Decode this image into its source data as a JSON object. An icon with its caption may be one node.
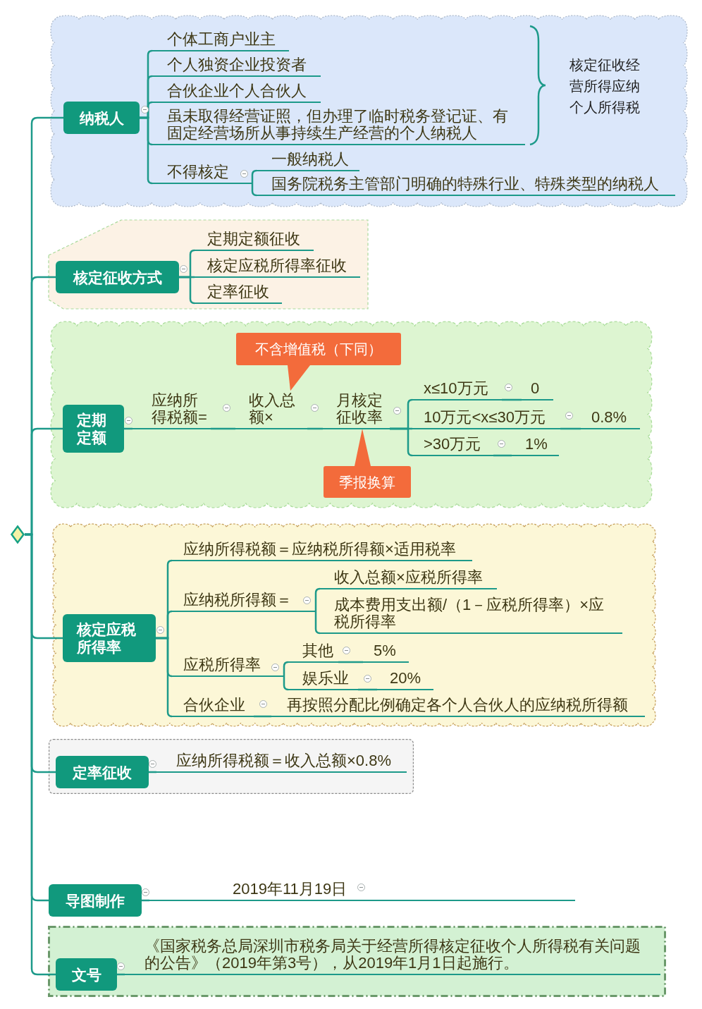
{
  "diagram": {
    "nodes": [
      {
        "text": [],
        "shape": "diamond"
      },
      {
        "text": [],
        "shape": "cloud"
      },
      {
        "text": [
          "纳税人"
        ],
        "in": 1
      },
      {
        "text": [
          "个体工商户业主"
        ],
        "in": 1
      },
      {
        "text": [
          "个人独资企业投资者"
        ],
        "in": 1
      },
      {
        "text": [
          "合伙企业个人合伙人"
        ],
        "in": 1
      },
      {
        "text": [
          "虽未取得经营证照，但办理了临时税务登记证、有固定经营场所从事持续生产经营的个人纳税人"
        ],
        "in": 1
      },
      {
        "text": [
          "不得核定"
        ],
        "in": 1
      },
      {
        "text": [
          "一般纳税人"
        ],
        "in": 1
      },
      {
        "text": [
          "国务院税务主管部门明确的特殊行业、特殊类型的纳税人"
        ],
        "in": 1
      },
      {
        "text": [],
        "shape": "box"
      },
      {
        "text": [
          "核定征收方式"
        ],
        "in": 10
      },
      {
        "text": [
          "定期定额征收"
        ],
        "in": 10
      },
      {
        "text": [
          "核定应税所得率征收"
        ],
        "in": 10
      },
      {
        "text": [
          "定率征收"
        ],
        "in": 10
      },
      {
        "text": [],
        "shape": "cloud"
      },
      {
        "text": [
          "定期定额"
        ],
        "in": 15
      },
      {
        "text": [
          "不含增值税（下同）"
        ],
        "in": 15
      },
      {
        "text": [
          "应纳所得税额="
        ],
        "in": 15
      },
      {
        "text": [
          "收入总额×"
        ],
        "in": 15
      },
      {
        "text": [
          "月核定征收率"
        ],
        "in": 15
      },
      {
        "text": [
          "x≤10万元"
        ],
        "in": 15
      },
      {
        "text": [
          "0"
        ],
        "in": 15
      },
      {
        "text": [
          "10万元<x≤30万元"
        ],
        "in": 15
      },
      {
        "text": [
          "0.8%"
        ],
        "in": 15
      },
      {
        "text": [
          ">30万元"
        ],
        "in": 15
      },
      {
        "text": [
          "1%"
        ],
        "in": 15
      },
      {
        "text": [
          "季报换算"
        ],
        "in": 15
      },
      {
        "text": [],
        "shape": "cloud"
      },
      {
        "text": [
          "核定应税所得率"
        ],
        "in": 28
      },
      {
        "text": [
          "应纳所得税额＝应纳税所得额×适用税率"
        ],
        "in": 28
      },
      {
        "text": [
          "应纳税所得额＝"
        ],
        "in": 28
      },
      {
        "text": [
          "收入总额×应税所得率"
        ],
        "in": 28
      },
      {
        "text": [
          "成本费用支出额/（1－应税所得率）×应税所得率"
        ],
        "in": 28
      },
      {
        "text": [
          "应税所得率"
        ],
        "in": 28
      },
      {
        "text": [
          "其他"
        ],
        "in": 28
      },
      {
        "text": [
          "5%"
        ],
        "in": 28
      },
      {
        "text": [
          "娱乐业"
        ],
        "in": 28
      },
      {
        "text": [
          "20%"
        ],
        "in": 28
      },
      {
        "text": [
          "合伙企业"
        ],
        "in": 28
      },
      {
        "text": [
          "再按照分配比例确定各个人合伙人的应纳税所得额"
        ],
        "in": 28
      },
      {
        "text": [],
        "shape": "box"
      },
      {
        "text": [
          "定率征收"
        ],
        "in": 41
      },
      {
        "text": [
          "应纳所得税额＝收入总额×0.8%"
        ],
        "in": 41
      },
      {
        "text": [
          "导图制作"
        ]
      },
      {
        "text": [
          "2019年11月19日"
        ]
      },
      {
        "text": [],
        "shape": "box"
      },
      {
        "text": [
          "文号"
        ],
        "in": 46
      },
      {
        "text": [
          "《国家税务总局深圳市税务局关于经营所得核定征收个人所得税有关问题的公告》（2019年第3号），从2019年1月1日起施行。"
        ],
        "in": 46
      }
    ],
    "edges": [
      {
        "from": 0,
        "to": 2,
        "arrow": "none"
      },
      {
        "from": 0,
        "to": 11,
        "arrow": "none"
      },
      {
        "from": 0,
        "to": 16,
        "arrow": "none"
      },
      {
        "from": 0,
        "to": 29,
        "arrow": "none"
      },
      {
        "from": 0,
        "to": 42,
        "arrow": "none"
      },
      {
        "from": 0,
        "to": 44,
        "arrow": "none"
      },
      {
        "from": 0,
        "to": 47,
        "arrow": "none"
      },
      {
        "from": 2,
        "to": 3,
        "arrow": "none"
      },
      {
        "from": 2,
        "to": 4,
        "arrow": "none"
      },
      {
        "from": 2,
        "to": 5,
        "arrow": "none"
      },
      {
        "from": 2,
        "to": 6,
        "arrow": "none"
      },
      {
        "from": 2,
        "to": 7,
        "arrow": "none"
      },
      {
        "from": 7,
        "to": 8,
        "arrow": "none"
      },
      {
        "from": 7,
        "to": 9,
        "arrow": "none"
      },
      {
        "from": 11,
        "to": 12,
        "arrow": "none"
      },
      {
        "from": 11,
        "to": 13,
        "arrow": "none"
      },
      {
        "from": 11,
        "to": 14,
        "arrow": "none"
      },
      {
        "from": 16,
        "to": 18,
        "arrow": "none"
      },
      {
        "from": 18,
        "to": 19,
        "arrow": "none"
      },
      {
        "from": 19,
        "to": 20,
        "arrow": "none"
      },
      {
        "from": 20,
        "to": 21,
        "arrow": "none"
      },
      {
        "from": 20,
        "to": 23,
        "arrow": "none"
      },
      {
        "from": 20,
        "to": 25,
        "arrow": "none"
      },
      {
        "from": 21,
        "to": 22,
        "arrow": "none"
      },
      {
        "from": 23,
        "to": 24,
        "arrow": "none"
      },
      {
        "from": 25,
        "to": 26,
        "arrow": "none"
      },
      {
        "from": 17,
        "to": 19,
        "arrow": "to",
        "color": "#f36b3b"
      },
      {
        "from": 27,
        "to": 20,
        "arrow": "to",
        "color": "#f36b3b"
      },
      {
        "from": 29,
        "to": 30,
        "arrow": "none"
      },
      {
        "from": 29,
        "to": 31,
        "arrow": "none"
      },
      {
        "from": 29,
        "to": 34,
        "arrow": "none"
      },
      {
        "from": 29,
        "to": 39,
        "arrow": "none"
      },
      {
        "from": 31,
        "to": 32,
        "arrow": "none"
      },
      {
        "from": 31,
        "to": 33,
        "arrow": "none"
      },
      {
        "from": 34,
        "to": 35,
        "arrow": "none"
      },
      {
        "from": 34,
        "to": 37,
        "arrow": "none"
      },
      {
        "from": 35,
        "to": 36,
        "arrow": "none"
      },
      {
        "from": 37,
        "to": 38,
        "arrow": "none"
      },
      {
        "from": 39,
        "to": 40,
        "arrow": "none"
      },
      {
        "from": 42,
        "to": 43,
        "arrow": "none"
      },
      {
        "from": 44,
        "to": 45,
        "arrow": "none"
      },
      {
        "from": 47,
        "to": 48,
        "arrow": "none"
      }
    ],
    "labels": [
      "核定征收经营所得应纳个人所得税"
    ]
  }
}
